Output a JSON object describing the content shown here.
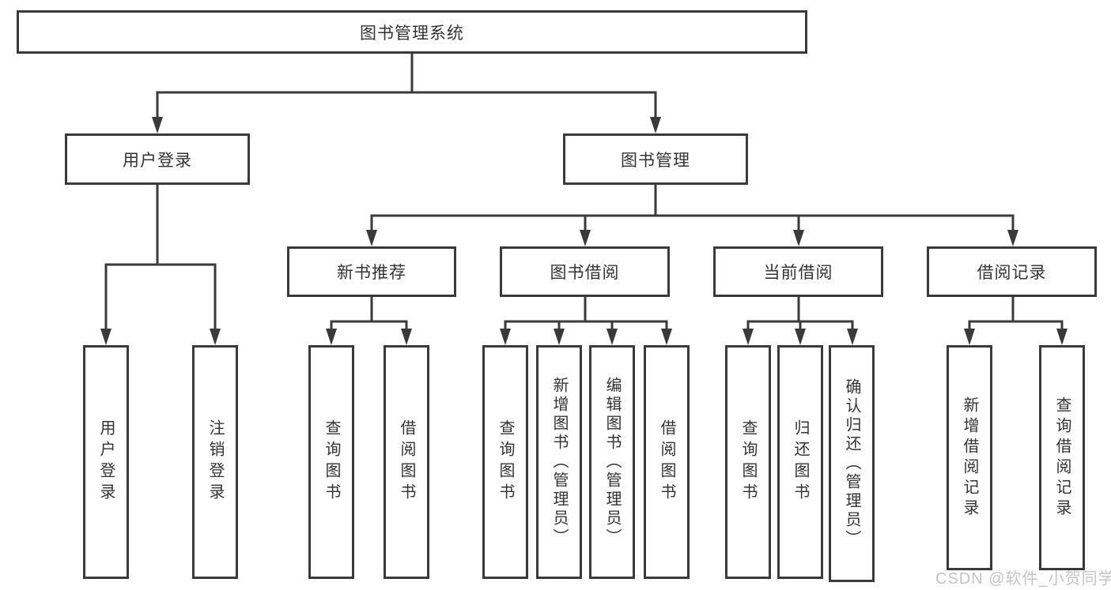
{
  "tree": {
    "root": "图书管理系统",
    "level2": [
      "用户登录",
      "图书管理"
    ],
    "level3": [
      "新书推荐",
      "图书借阅",
      "当前借阅",
      "借阅记录"
    ],
    "level4": {
      "user_login": [
        "用户登录",
        "注销登录"
      ],
      "new_book": [
        "查询图书",
        "借阅图书"
      ],
      "book_borrow": [
        "查询图书",
        "新增图书（管理员）",
        "编辑图书（管理员）",
        "借阅图书"
      ],
      "current_borrow": [
        "查询图书",
        "归还图书",
        "确认归还（管理员）"
      ],
      "borrow_record": [
        "新增借阅记录",
        "查询借阅记录"
      ]
    }
  },
  "watermark": "CSDN @软件_小贺同学",
  "colors": {
    "line": "#3a3a3a",
    "text": "#333333",
    "box-bg": "#ffffff",
    "watermark": "#c4c4c6",
    "page-bg": "#ffffff"
  }
}
